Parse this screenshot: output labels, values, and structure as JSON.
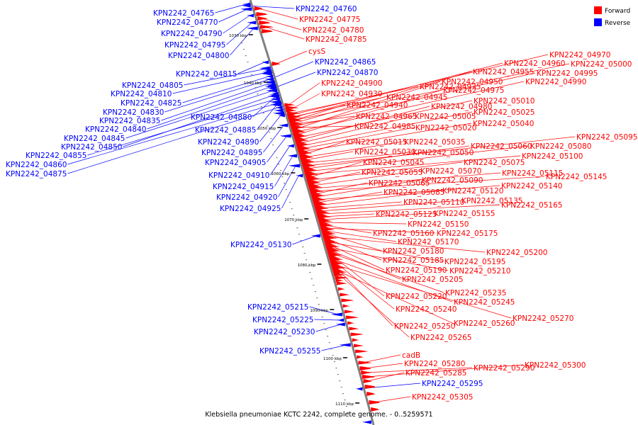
{
  "caption": "Klebsiella pneumoniae KCTC 2242, complete genome. - 0..5259571",
  "legend": [
    {
      "label": "Forward",
      "color": "#ff0000"
    },
    {
      "label": "Reverse",
      "color": "#0000ff"
    }
  ],
  "colors": {
    "forward": "#ff0000",
    "reverse": "#0000ff",
    "backbone": "#808080"
  },
  "ticks": [
    "1030 kbp",
    "1040 kbp",
    "1050 kbp",
    "1060 kbp",
    "1070 kbp",
    "1080 kbp",
    "1090 kbp",
    "1100 kbp",
    "1110 kbp"
  ],
  "reverse_genes": [
    "KPN2242_04760",
    "KPN2242_04765",
    "KPN2242_04770",
    "KPN2242_04790",
    "KPN2242_04795",
    "KPN2242_04800",
    "KPN2242_04815",
    "KPN2242_04805",
    "KPN2242_04810",
    "KPN2242_04825",
    "KPN2242_04830",
    "KPN2242_04835",
    "KPN2242_04840",
    "KPN2242_04845",
    "KPN2242_04850",
    "KPN2242_04855",
    "KPN2242_04860",
    "KPN2242_04875",
    "KPN2242_04865",
    "KPN2242_04870",
    "KPN2242_04880",
    "KPN2242_04885",
    "KPN2242_04890",
    "KPN2242_04895",
    "KPN2242_04905",
    "KPN2242_04910",
    "KPN2242_04915",
    "KPN2242_04920",
    "KPN2242_04925",
    "KPN2242_05130",
    "KPN2242_05215",
    "KPN2242_05225",
    "KPN2242_05230",
    "KPN2242_05255",
    "KPN2242_05295"
  ],
  "forward_genes": [
    "KPN2242_04775",
    "KPN2242_04780",
    "KPN2242_04785",
    "cysS",
    "KPN2242_04900",
    "KPN2242_04930",
    "KPN2242_04935",
    "KPN2242_04945",
    "KPN2242_04940",
    "KPN2242_04965",
    "KPN2242_04985",
    "KPN2242_04970",
    "KPN2242_04960",
    "KPN2242_05000",
    "KPN2242_04955",
    "KPN2242_04995",
    "KPN2242_04950",
    "KPN2242_04990",
    "KPN2242_04975",
    "KPN2242_05010",
    "KPN2242_04980",
    "KPN2242_05005",
    "KPN2242_05025",
    "KPN2242_05020",
    "KPN2242_05040",
    "KPN2242_05015",
    "KPN2242_05035",
    "KPN2242_05030",
    "KPN2242_05050",
    "KPN2242_05095",
    "KPN2242_05060",
    "KPN2242_05080",
    "KPN2242_05100",
    "KPN2242_05045",
    "KPN2242_05075",
    "KPN2242_05055",
    "KPN2242_05070",
    "KPN2242_05115",
    "KPN2242_05145",
    "KPN2242_05065",
    "KPN2242_05090",
    "KPN2242_05140",
    "KPN2242_05085",
    "KPN2242_05120",
    "KPN2242_05110",
    "KPN2242_05135",
    "KPN2242_05165",
    "KPN2242_05125",
    "KPN2242_05155",
    "KPN2242_05150",
    "KPN2242_05160",
    "KPN2242_05175",
    "KPN2242_05170",
    "KPN2242_05180",
    "KPN2242_05200",
    "KPN2242_05185",
    "KPN2242_05195",
    "KPN2242_05190",
    "KPN2242_05210",
    "KPN2242_05205",
    "KPN2242_05235",
    "KPN2242_05220",
    "KPN2242_05245",
    "KPN2242_05240",
    "KPN2242_05270",
    "KPN2242_05250",
    "KPN2242_05260",
    "KPN2242_05265",
    "cadB",
    "KPN2242_05280",
    "KPN2242_05290",
    "KPN2242_05300",
    "KPN2242_05285",
    "KPN2242_05305"
  ]
}
